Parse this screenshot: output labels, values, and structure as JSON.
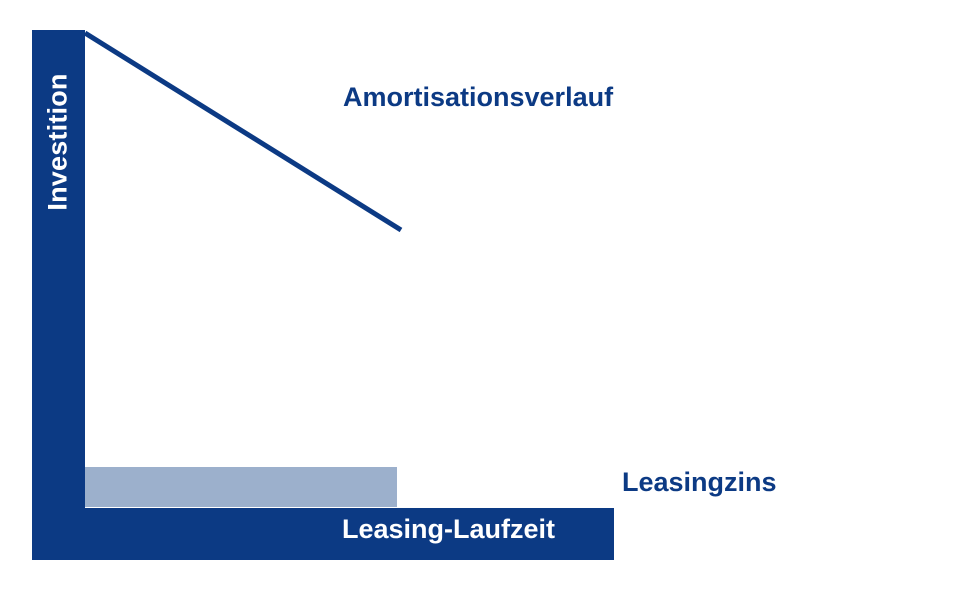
{
  "diagram": {
    "y_axis_label": "Investition",
    "x_axis_label": "Leasing-Laufzeit",
    "amortization_label": "Amortisationsverlauf",
    "leasing_rate_label": "Leasingzins"
  },
  "colors": {
    "axis": "#0c3a84",
    "line": "#0c3a84",
    "band": "#9cb0cc",
    "background": "#ffffff"
  }
}
